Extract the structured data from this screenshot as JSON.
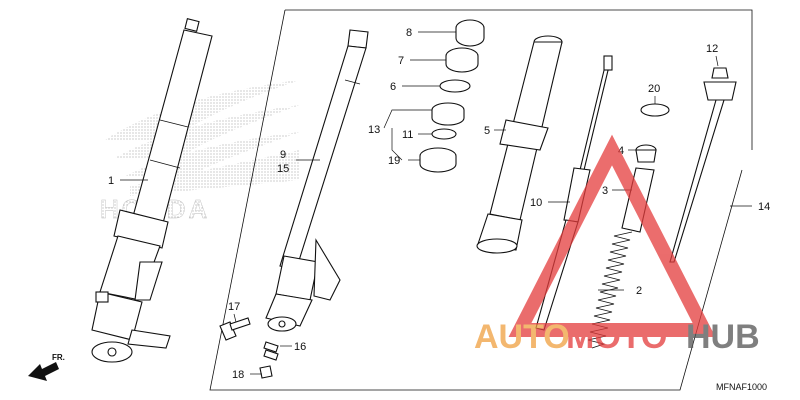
{
  "diagram": {
    "code": "MFNAF1000",
    "direction_label": "FR.",
    "brand_watermark": "HONDA",
    "site_watermark": {
      "part1": "AUTO",
      "part2": "MOTO",
      "part3": "HUB"
    },
    "labels": {
      "p1": "1",
      "p2": "2",
      "p3": "3",
      "p4": "4",
      "p5": "5",
      "p6": "6",
      "p7": "7",
      "p8": "8",
      "p9": "9",
      "p10": "10",
      "p11": "11",
      "p12": "12",
      "p13": "13",
      "p14": "14",
      "p15": "15",
      "p16": "16",
      "p17": "17",
      "p18": "18",
      "p19": "19",
      "p20": "20"
    },
    "colors": {
      "line": "#111111",
      "watermark_orange": "#f0a040",
      "watermark_red": "#e43c3c",
      "watermark_gray": "#555555"
    }
  }
}
